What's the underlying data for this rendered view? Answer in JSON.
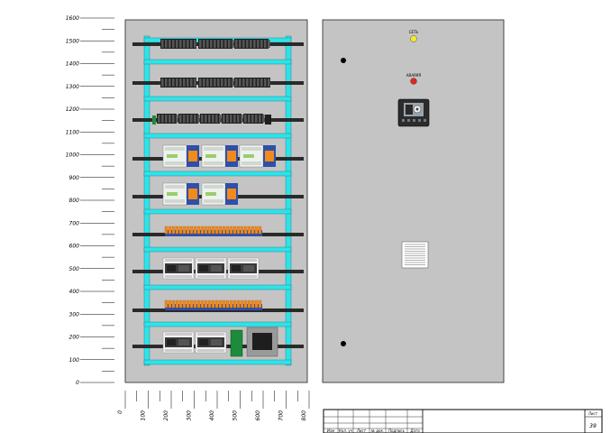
{
  "scale": {
    "vertical_ticks": [
      "1600",
      "1500",
      "1400",
      "1300",
      "1200",
      "1100",
      "1000",
      "900",
      "800",
      "700",
      "600",
      "500",
      "400",
      "300",
      "200",
      "100",
      "0"
    ],
    "horizontal_ticks": [
      "0",
      "100",
      "200",
      "300",
      "400",
      "500",
      "600",
      "700",
      "800"
    ]
  },
  "door": {
    "lamp_top_label": "СЕТЬ",
    "lamp_bottom_label": "АВАРИЯ",
    "lamp_top_color": "#f3e92a",
    "lamp_bottom_color": "#e0261b"
  },
  "title_block": {
    "headers": [
      "Изм",
      "Кол. уч",
      "Лист",
      "№ док.",
      "Подпись",
      "Дата"
    ],
    "sheet_label": "Лист",
    "sheet_number": "39"
  },
  "colors": {
    "panel_fill": "#c4c4c4",
    "din_rail": "#2fe2e8",
    "terminal_orange": "#f08a1c",
    "terminal_blue": "#2f4fa8",
    "green_module": "#1c8c3a"
  }
}
